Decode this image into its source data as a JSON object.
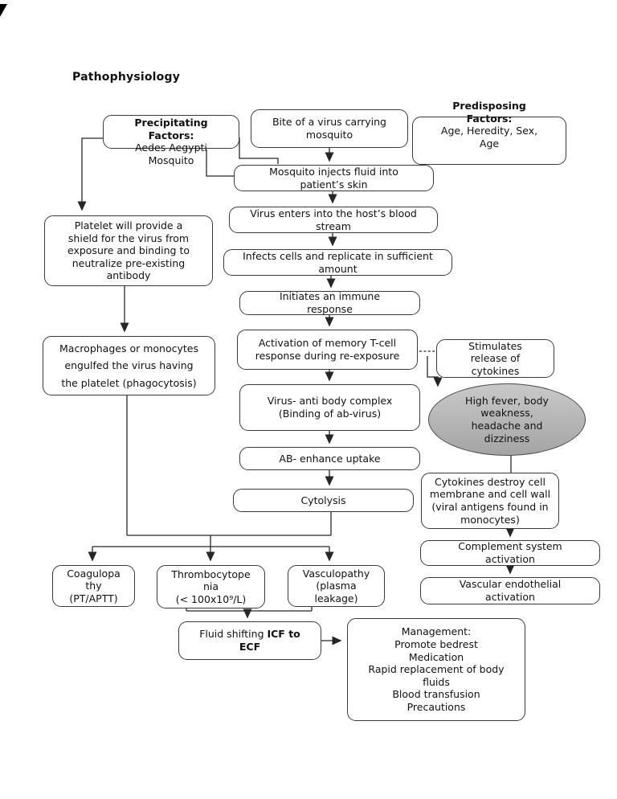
{
  "page": {
    "title": "Pathophysiology"
  },
  "colors": {
    "line": "#262626",
    "box_border": "#3a3a3a",
    "box_fill": "#ffffff",
    "ellipse_fill_top": "#c9c9c9",
    "ellipse_fill_bottom": "#a4a4a4",
    "text": "#111111"
  },
  "nodes": {
    "precipitating": {
      "head": "Precipitating\nFactors:",
      "body": "Aedes Aegypti\nMosquito"
    },
    "bite": {
      "text": "Bite of a virus carrying\nmosquito"
    },
    "predisposing": {
      "head": "Predisposing\nFactors:",
      "body": "Age, Heredity, Sex,\nAge"
    },
    "mosquitoInjects": {
      "text": "Mosquito injects fluid into\npatient’s skin"
    },
    "virusEnters": {
      "text": "Virus enters into the host’s blood\nstream"
    },
    "infectsCells": {
      "text": "Infects cells and replicate in sufficient\namount"
    },
    "initiates": {
      "text": "Initiates an immune\nresponse"
    },
    "activation": {
      "text": "Activation of memory T-cell\nresponse during re-exposure"
    },
    "virusAntibody": {
      "text": "Virus- anti body complex\n(Binding of ab-virus)"
    },
    "abEnhance": {
      "text": "AB- enhance uptake"
    },
    "cytolysis": {
      "text": "Cytolysis"
    },
    "platelet": {
      "text": "Platelet will provide a\nshield for the virus from\nexposure and binding to\nneutralize pre-existing\nantibody"
    },
    "macrophages": {
      "text": "Macrophages or monocytes\nengulfed the virus having\nthe platelet (phagocytosis)"
    },
    "stimulates": {
      "text": "Stimulates\nrelease of\ncytokines"
    },
    "symptoms": {
      "text": "High fever, body\nweakness,\nheadache and\ndizziness"
    },
    "cytokinesDestroy": {
      "text": "Cytokines destroy cell\nmembrane and cell wall\n(viral antigens found in\nmonocytes)"
    },
    "complement": {
      "text": "Complement system\nactivation"
    },
    "vascular": {
      "text": "Vascular endothelial\nactivation"
    },
    "coagulopathy": {
      "text": "Coagulopa\nthy\n(PT/APTT)"
    },
    "thrombocytopenia": {
      "text": "Thrombocytope\nnia\n(< 100x10⁹/L)"
    },
    "vasculopathy": {
      "text": "Vasculopathy\n(plasma\nleakage)"
    },
    "fluidShifting": {
      "text_normal": "Fluid shifting ",
      "text_bold": "ICF to\nECF"
    },
    "management": {
      "text": "Management:\nPromote bedrest\nMedication\nRapid replacement of body\nfluids\nBlood transfusion\nPrecautions"
    }
  }
}
